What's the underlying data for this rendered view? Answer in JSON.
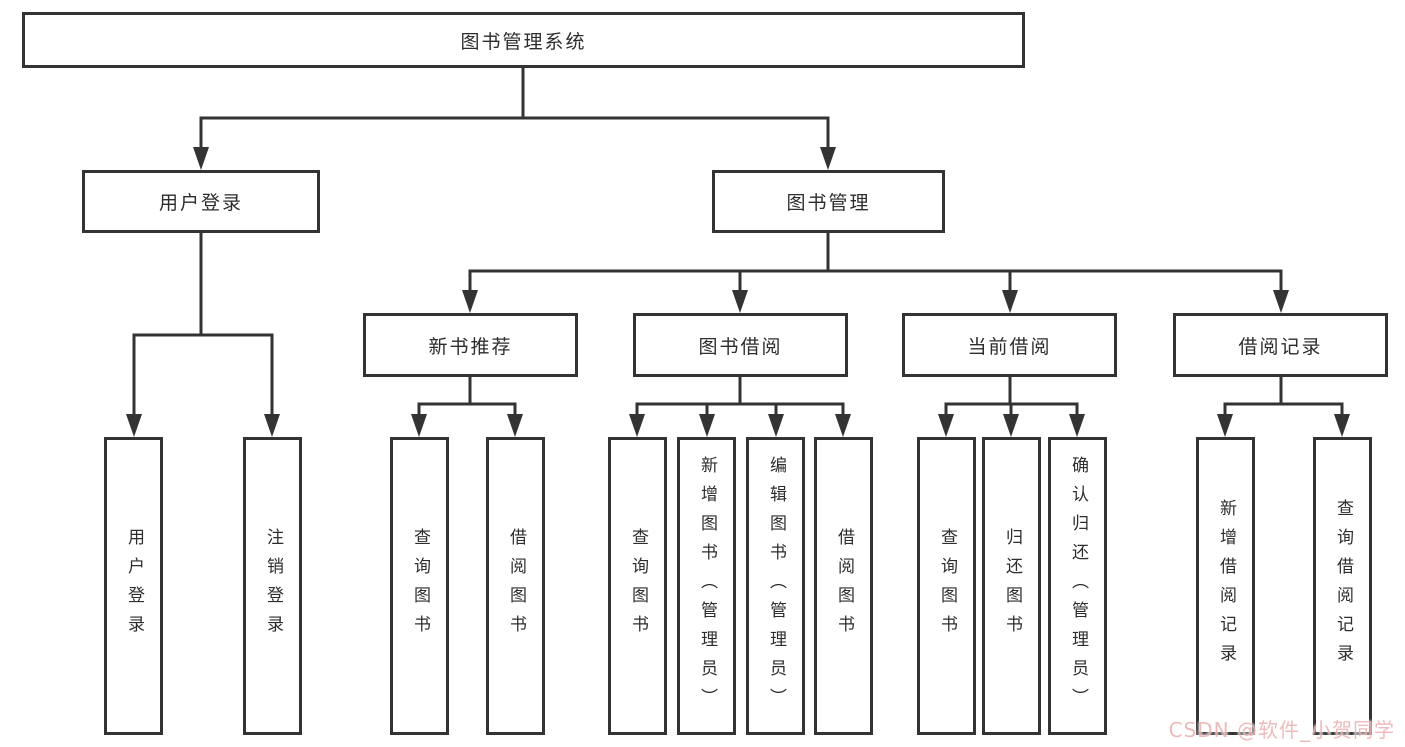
{
  "page": {
    "background_color": "#ffffff",
    "line_color": "#333333",
    "text_color": "#2d2d2d"
  },
  "tree": {
    "root": {
      "label": "图书管理系统"
    },
    "branches": [
      {
        "label": "用户登录",
        "children": [
          {
            "label": "用户登录"
          },
          {
            "label": "注销登录"
          }
        ]
      },
      {
        "label": "图书管理",
        "children": [
          {
            "label": "新书推荐",
            "children": [
              {
                "label": "查询图书"
              },
              {
                "label": "借阅图书"
              }
            ]
          },
          {
            "label": "图书借阅",
            "children": [
              {
                "label": "查询图书"
              },
              {
                "label": "新增图书（管理员）"
              },
              {
                "label": "编辑图书（管理员）"
              },
              {
                "label": "借阅图书"
              }
            ]
          },
          {
            "label": "当前借阅",
            "children": [
              {
                "label": "查询图书"
              },
              {
                "label": "归还图书"
              },
              {
                "label": "确认归还（管理员）"
              }
            ]
          },
          {
            "label": "借阅记录",
            "children": [
              {
                "label": "新增借阅记录"
              },
              {
                "label": "查询借阅记录"
              }
            ]
          }
        ]
      }
    ]
  },
  "watermark": {
    "text": "CSDN @软件_小贺同学",
    "color": "#edb3b3"
  }
}
